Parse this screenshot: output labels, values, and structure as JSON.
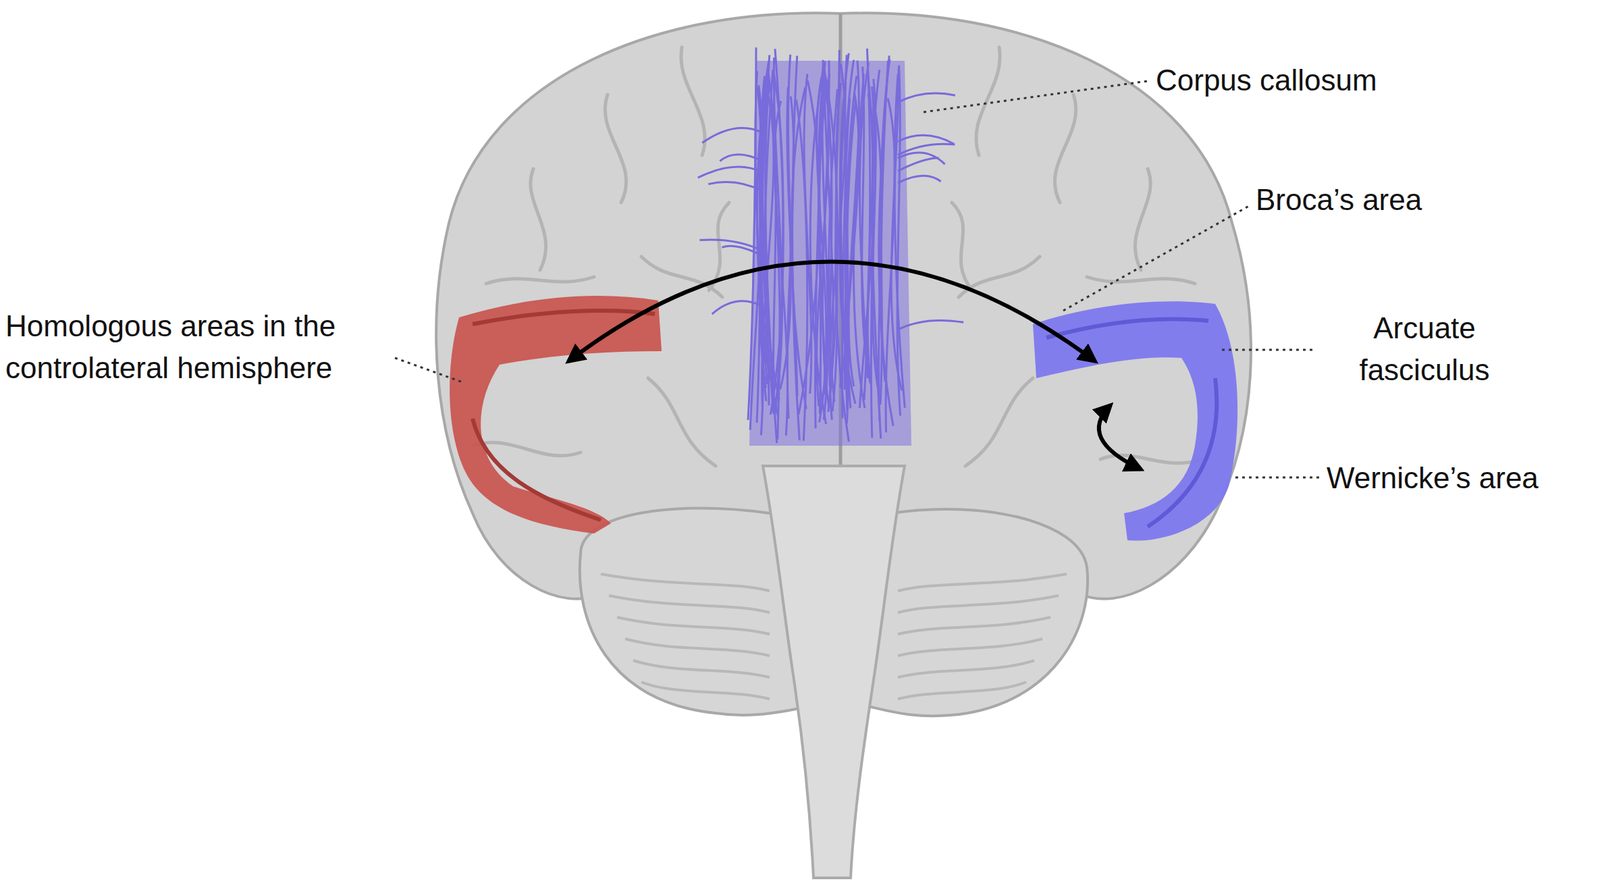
{
  "diagram": {
    "labels": [
      "Corpus callosum",
      "Broca’s area",
      "Arcuate fasciculus",
      "Wernicke’s area",
      "Homologous areas in the controlateral hemisphere"
    ]
  }
}
